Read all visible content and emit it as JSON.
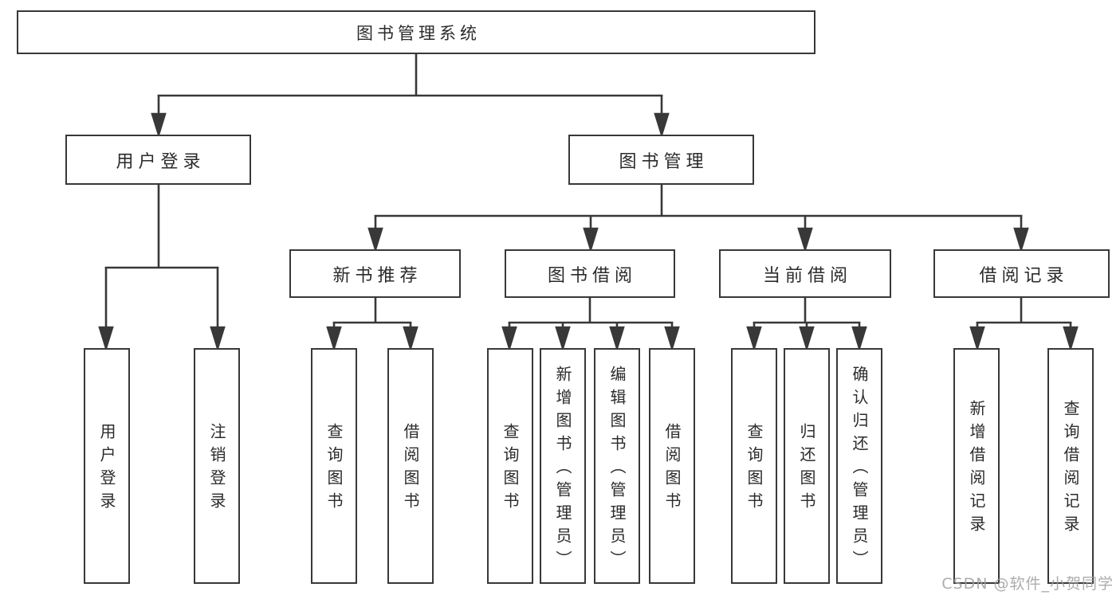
{
  "nodes": {
    "root": "图书管理系统",
    "user_login": "用户登录",
    "book_mgmt": "图书管理",
    "new_book_rec": "新书推荐",
    "book_borrow": "图书借阅",
    "current_borrow": "当前借阅",
    "borrow_record": "借阅记录",
    "leaf_user_login": "用户登录",
    "leaf_logout": "注销登录",
    "leaf_query_book_rec": "查询图书",
    "leaf_borrow_book_rec": "借阅图书",
    "leaf_query_book_borrow": "查询图书",
    "leaf_add_book_admin": "新增图书（管理员）",
    "leaf_edit_book_admin": "编辑图书（管理员）",
    "leaf_borrow_book_borrow": "借阅图书",
    "leaf_query_book_current": "查询图书",
    "leaf_return_book": "归还图书",
    "leaf_confirm_return_admin": "确认归还（管理员）",
    "leaf_add_borrow_record": "新增借阅记录",
    "leaf_query_borrow_record": "查询借阅记录"
  },
  "hierarchy": {
    "图书管理系统": {
      "用户登录": [
        "用户登录",
        "注销登录"
      ],
      "图书管理": {
        "新书推荐": [
          "查询图书",
          "借阅图书"
        ],
        "图书借阅": [
          "查询图书",
          "新增图书（管理员）",
          "编辑图书（管理员）",
          "借阅图书"
        ],
        "当前借阅": [
          "查询图书",
          "归还图书",
          "确认归还（管理员）"
        ],
        "借阅记录": [
          "新增借阅记录",
          "查询借阅记录"
        ]
      }
    }
  },
  "watermark": "CSDN @软件_小贺同学",
  "colors": {
    "line": "#383838",
    "box_border": "#383838",
    "text": "#2b2b2b",
    "background": "#ffffff",
    "watermark": "#9e9e9e"
  }
}
